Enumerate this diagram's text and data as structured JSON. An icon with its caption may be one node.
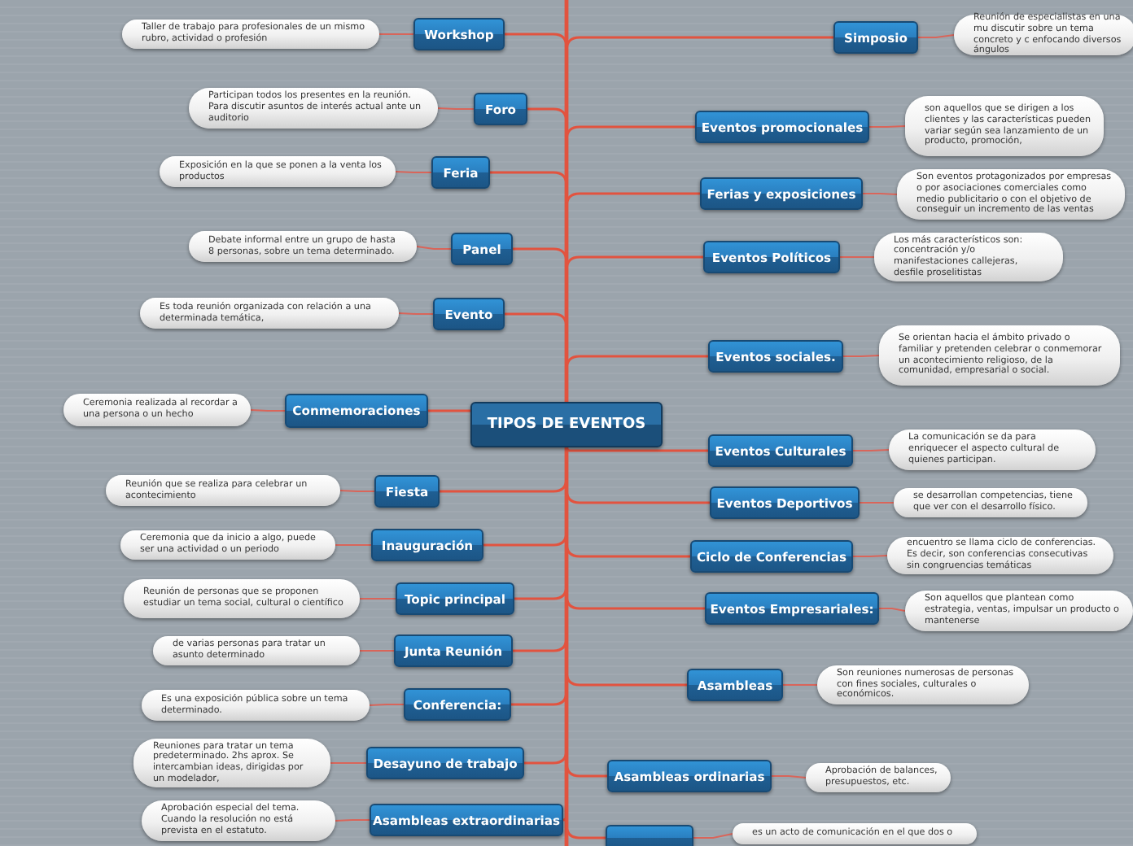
{
  "diagram": {
    "nodes": [
      {
        "text": [
          "TIPOS DE EVENTOS"
        ]
      },
      {
        "text": [
          "Workshop"
        ]
      },
      {
        "text": [
          "Taller de trabajo para profesionales de un mismo rubro, actividad o profesión"
        ]
      },
      {
        "text": [
          "Foro"
        ]
      },
      {
        "text": [
          "Participan todos los presentes en la reunión. Para discutir asuntos de interés actual ante un auditorio"
        ]
      },
      {
        "text": [
          "Feria"
        ]
      },
      {
        "text": [
          "Exposición en la que se ponen a la venta los productos"
        ]
      },
      {
        "text": [
          "Panel"
        ]
      },
      {
        "text": [
          "Debate informal entre un grupo de hasta 8 personas, sobre un tema determinado."
        ]
      },
      {
        "text": [
          "Evento"
        ]
      },
      {
        "text": [
          "Es toda reunión organizada con relación a una determinada temática,"
        ]
      },
      {
        "text": [
          "Conmemoraciones"
        ]
      },
      {
        "text": [
          "Ceremonia realizada al recordar a una persona o un hecho"
        ]
      },
      {
        "text": [
          "Fiesta"
        ]
      },
      {
        "text": [
          "Reunión que se realiza para celebrar un acontecimiento"
        ]
      },
      {
        "text": [
          "Inauguración"
        ]
      },
      {
        "text": [
          "Ceremonia que da inicio a algo, puede ser una actividad o un periodo"
        ]
      },
      {
        "text": [
          "Topic principal"
        ]
      },
      {
        "text": [
          "Reunión de personas que se proponen estudiar un tema social, cultural o científico"
        ]
      },
      {
        "text": [
          "Junta Reunión"
        ]
      },
      {
        "text": [
          "de varias personas para tratar un asunto determinado"
        ]
      },
      {
        "text": [
          "Conferencia:"
        ]
      },
      {
        "text": [
          "Es una exposición pública sobre un tema determinado."
        ]
      },
      {
        "text": [
          "Desayuno de trabajo"
        ]
      },
      {
        "text": [
          "Reuniones para tratar un tema predeterminado. 2hs aprox. Se intercambian ideas, dirigidas por un modelador,"
        ]
      },
      {
        "text": [
          "Asambleas extraordinarias"
        ]
      },
      {
        "text": [
          "Aprobación especial del tema. Cuando la resolución no está prevista en el estatuto."
        ]
      },
      {
        "text": [
          "Simposio"
        ]
      },
      {
        "text": [
          "Reunión de especialistas en una mu discutir sobre un tema concreto y c enfocando diversos ángulos"
        ]
      },
      {
        "text": [
          "Eventos promocionales"
        ]
      },
      {
        "text": [
          "son aquellos que se dirigen a los clientes y las características pueden variar según sea lanzamiento de un producto, promoción,"
        ]
      },
      {
        "text": [
          "Ferias y exposiciones"
        ]
      },
      {
        "text": [
          "Son eventos protagonizados por empresas o por asociaciones comerciales como medio publicitario o con el objetivo de conseguir un incremento de las ventas"
        ]
      },
      {
        "text": [
          "Eventos Políticos"
        ]
      },
      {
        "text": [
          "Los más característicos son: concentración y/o manifestaciones callejeras, desfile proselitistas"
        ]
      },
      {
        "text": [
          "Eventos sociales."
        ]
      },
      {
        "text": [
          "Se orientan hacia el ámbito privado o familiar y pretenden celebrar o conmemorar un acontecimiento religioso, de la comunidad, empresarial o social."
        ]
      },
      {
        "text": [
          "Eventos Culturales"
        ]
      },
      {
        "text": [
          "La comunicación se da para enriquecer el aspecto cultural de quienes participan."
        ]
      },
      {
        "text": [
          "Eventos Deportivos"
        ]
      },
      {
        "text": [
          "se desarrollan competencias, tiene que ver con el desarrollo físico."
        ]
      },
      {
        "text": [
          "Ciclo de Conferencias"
        ]
      },
      {
        "text": [
          "encuentro se llama ciclo de conferencias. Es decir, son conferencias consecutivas sin congruencias temáticas"
        ]
      },
      {
        "text": [
          "Eventos Empresariales:"
        ]
      },
      {
        "text": [
          "Son aquellos que plantean como estrategia, ventas, impulsar un producto o mantenerse"
        ]
      },
      {
        "text": [
          "Asambleas"
        ]
      },
      {
        "text": [
          "Son reuniones numerosas de personas con fines sociales, culturales o económicos."
        ]
      },
      {
        "text": [
          "Asambleas ordinarias"
        ]
      },
      {
        "text": [
          "Aprobación de balances, presupuestos, etc."
        ]
      },
      {
        "text": [],
        "shape": "box"
      },
      {
        "text": [
          "es un acto de comunicación en el que dos o"
        ]
      }
    ],
    "edges": [
      {
        "from": 0,
        "to": 1,
        "arrow": "none"
      },
      {
        "from": 1,
        "to": 2,
        "arrow": "none"
      },
      {
        "from": 0,
        "to": 3,
        "arrow": "none"
      },
      {
        "from": 3,
        "to": 4,
        "arrow": "none"
      },
      {
        "from": 0,
        "to": 5,
        "arrow": "none"
      },
      {
        "from": 5,
        "to": 6,
        "arrow": "none"
      },
      {
        "from": 0,
        "to": 7,
        "arrow": "none"
      },
      {
        "from": 7,
        "to": 8,
        "arrow": "none"
      },
      {
        "from": 0,
        "to": 9,
        "arrow": "none"
      },
      {
        "from": 9,
        "to": 10,
        "arrow": "none"
      },
      {
        "from": 0,
        "to": 11,
        "arrow": "none"
      },
      {
        "from": 11,
        "to": 12,
        "arrow": "none"
      },
      {
        "from": 0,
        "to": 13,
        "arrow": "none"
      },
      {
        "from": 13,
        "to": 14,
        "arrow": "none"
      },
      {
        "from": 0,
        "to": 15,
        "arrow": "none"
      },
      {
        "from": 15,
        "to": 16,
        "arrow": "none"
      },
      {
        "from": 0,
        "to": 17,
        "arrow": "none"
      },
      {
        "from": 17,
        "to": 18,
        "arrow": "none"
      },
      {
        "from": 0,
        "to": 19,
        "arrow": "none"
      },
      {
        "from": 19,
        "to": 20,
        "arrow": "none"
      },
      {
        "from": 0,
        "to": 21,
        "arrow": "none"
      },
      {
        "from": 21,
        "to": 22,
        "arrow": "none"
      },
      {
        "from": 0,
        "to": 23,
        "arrow": "none"
      },
      {
        "from": 23,
        "to": 24,
        "arrow": "none"
      },
      {
        "from": 0,
        "to": 25,
        "arrow": "none"
      },
      {
        "from": 25,
        "to": 26,
        "arrow": "none"
      },
      {
        "from": 0,
        "to": 27,
        "arrow": "none"
      },
      {
        "from": 27,
        "to": 28,
        "arrow": "none"
      },
      {
        "from": 0,
        "to": 29,
        "arrow": "none"
      },
      {
        "from": 29,
        "to": 30,
        "arrow": "none"
      },
      {
        "from": 0,
        "to": 31,
        "arrow": "none"
      },
      {
        "from": 31,
        "to": 32,
        "arrow": "none"
      },
      {
        "from": 0,
        "to": 33,
        "arrow": "none"
      },
      {
        "from": 33,
        "to": 34,
        "arrow": "none"
      },
      {
        "from": 0,
        "to": 35,
        "arrow": "none"
      },
      {
        "from": 35,
        "to": 36,
        "arrow": "none"
      },
      {
        "from": 0,
        "to": 37,
        "arrow": "none"
      },
      {
        "from": 37,
        "to": 38,
        "arrow": "none"
      },
      {
        "from": 0,
        "to": 39,
        "arrow": "none"
      },
      {
        "from": 39,
        "to": 40,
        "arrow": "none"
      },
      {
        "from": 0,
        "to": 41,
        "arrow": "none"
      },
      {
        "from": 41,
        "to": 42,
        "arrow": "none"
      },
      {
        "from": 0,
        "to": 43,
        "arrow": "none"
      },
      {
        "from": 43,
        "to": 44,
        "arrow": "none"
      },
      {
        "from": 0,
        "to": 45,
        "arrow": "none"
      },
      {
        "from": 45,
        "to": 46,
        "arrow": "none"
      },
      {
        "from": 0,
        "to": 47,
        "arrow": "none"
      },
      {
        "from": 47,
        "to": 48,
        "arrow": "none"
      },
      {
        "from": 0,
        "to": 49,
        "arrow": "none"
      },
      {
        "from": 49,
        "to": 50,
        "arrow": "none"
      }
    ]
  }
}
